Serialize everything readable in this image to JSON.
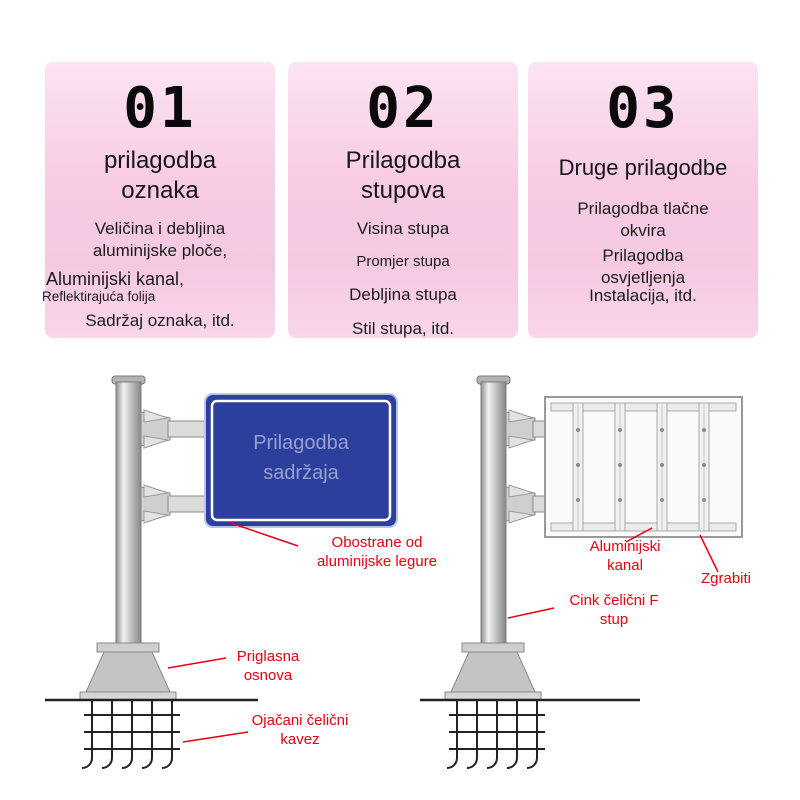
{
  "cards": [
    {
      "number": "01",
      "title": "prilagodba oznaka",
      "lines": [
        "Veličina i debljina aluminijske ploče,",
        "Aluminijski kanal,",
        "Reflektirajuća folija",
        "Sadržaj oznaka, itd."
      ]
    },
    {
      "number": "02",
      "title": "Prilagodba stupova",
      "lines": [
        "Visina stupa",
        "Promjer stupa",
        "Debljina stupa",
        "Stil stupa, itd."
      ]
    },
    {
      "number": "03",
      "title": "Druge prilagodbe",
      "lines": [
        "Prilagodba tlačne okvira",
        "Prilagodba osvjetljenja",
        "Instalacija, itd."
      ]
    }
  ],
  "diagram": {
    "sign_text": "Prilagodba sadržaja",
    "labels": {
      "double_sided": "Obostrane od aluminijske legure",
      "base": "Priglasna osnova",
      "cage": "Ojačani čelični kavez",
      "channel": "Aluminijski kanal",
      "grab": "Zgrabiti",
      "pole": "Cink čelični F stup"
    }
  },
  "colors": {
    "accent_red": "#e60012",
    "sign_blue": "#2c3f9d",
    "card_pink": "#f6c9e3"
  }
}
